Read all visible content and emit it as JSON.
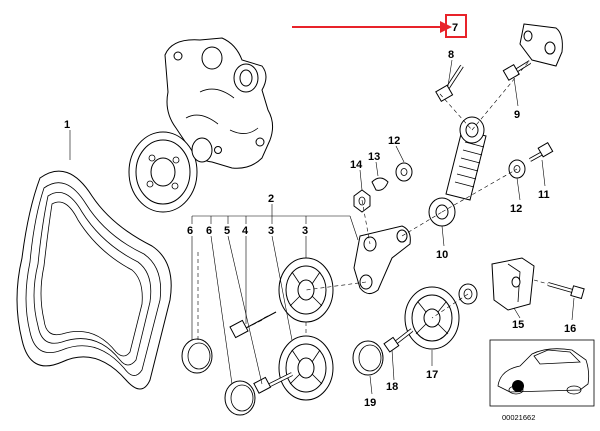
{
  "callouts": [
    {
      "id": "1",
      "text": "1"
    },
    {
      "id": "2",
      "text": "2"
    },
    {
      "id": "3a",
      "text": "3"
    },
    {
      "id": "3b",
      "text": "3"
    },
    {
      "id": "4",
      "text": "4"
    },
    {
      "id": "5",
      "text": "5"
    },
    {
      "id": "6a",
      "text": "6"
    },
    {
      "id": "6b",
      "text": "6"
    },
    {
      "id": "7",
      "text": "7"
    },
    {
      "id": "8",
      "text": "8"
    },
    {
      "id": "9",
      "text": "9"
    },
    {
      "id": "10",
      "text": "10"
    },
    {
      "id": "11",
      "text": "11"
    },
    {
      "id": "12a",
      "text": "12"
    },
    {
      "id": "12b",
      "text": "12"
    },
    {
      "id": "13",
      "text": "13"
    },
    {
      "id": "14",
      "text": "14"
    },
    {
      "id": "15",
      "text": "15"
    },
    {
      "id": "16",
      "text": "16"
    },
    {
      "id": "17",
      "text": "17"
    },
    {
      "id": "18",
      "text": "18"
    },
    {
      "id": "19",
      "text": "19"
    }
  ],
  "reference_number": "00021662",
  "highlight": {
    "callout": "7",
    "color": "#e8232a"
  }
}
